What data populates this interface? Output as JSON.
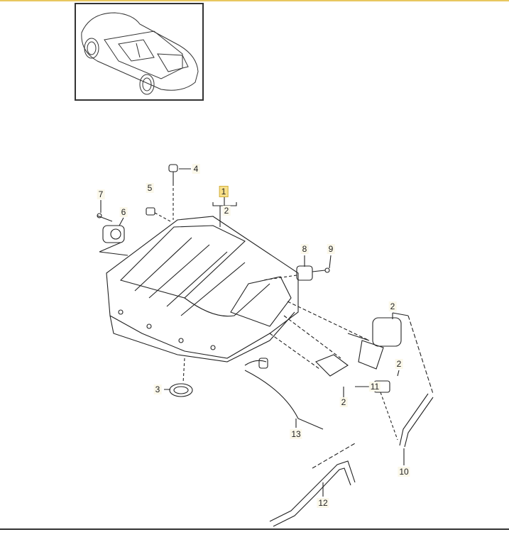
{
  "labels": [
    {
      "id": "4",
      "text": "4"
    },
    {
      "id": "5",
      "text": "5"
    },
    {
      "id": "1",
      "text": "1",
      "highlighted": true
    },
    {
      "id": "2a",
      "text": "2"
    },
    {
      "id": "7",
      "text": "7"
    },
    {
      "id": "6",
      "text": "6"
    },
    {
      "id": "8",
      "text": "8"
    },
    {
      "id": "9",
      "text": "9"
    },
    {
      "id": "2b",
      "text": "2"
    },
    {
      "id": "2c",
      "text": "2"
    },
    {
      "id": "11",
      "text": "11"
    },
    {
      "id": "2d",
      "text": "2"
    },
    {
      "id": "3",
      "text": "3"
    },
    {
      "id": "13",
      "text": "13"
    },
    {
      "id": "10",
      "text": "10"
    },
    {
      "id": "12",
      "text": "12"
    }
  ],
  "colors": {
    "accent": "#e8c760",
    "highlight": "#f8e08a"
  }
}
